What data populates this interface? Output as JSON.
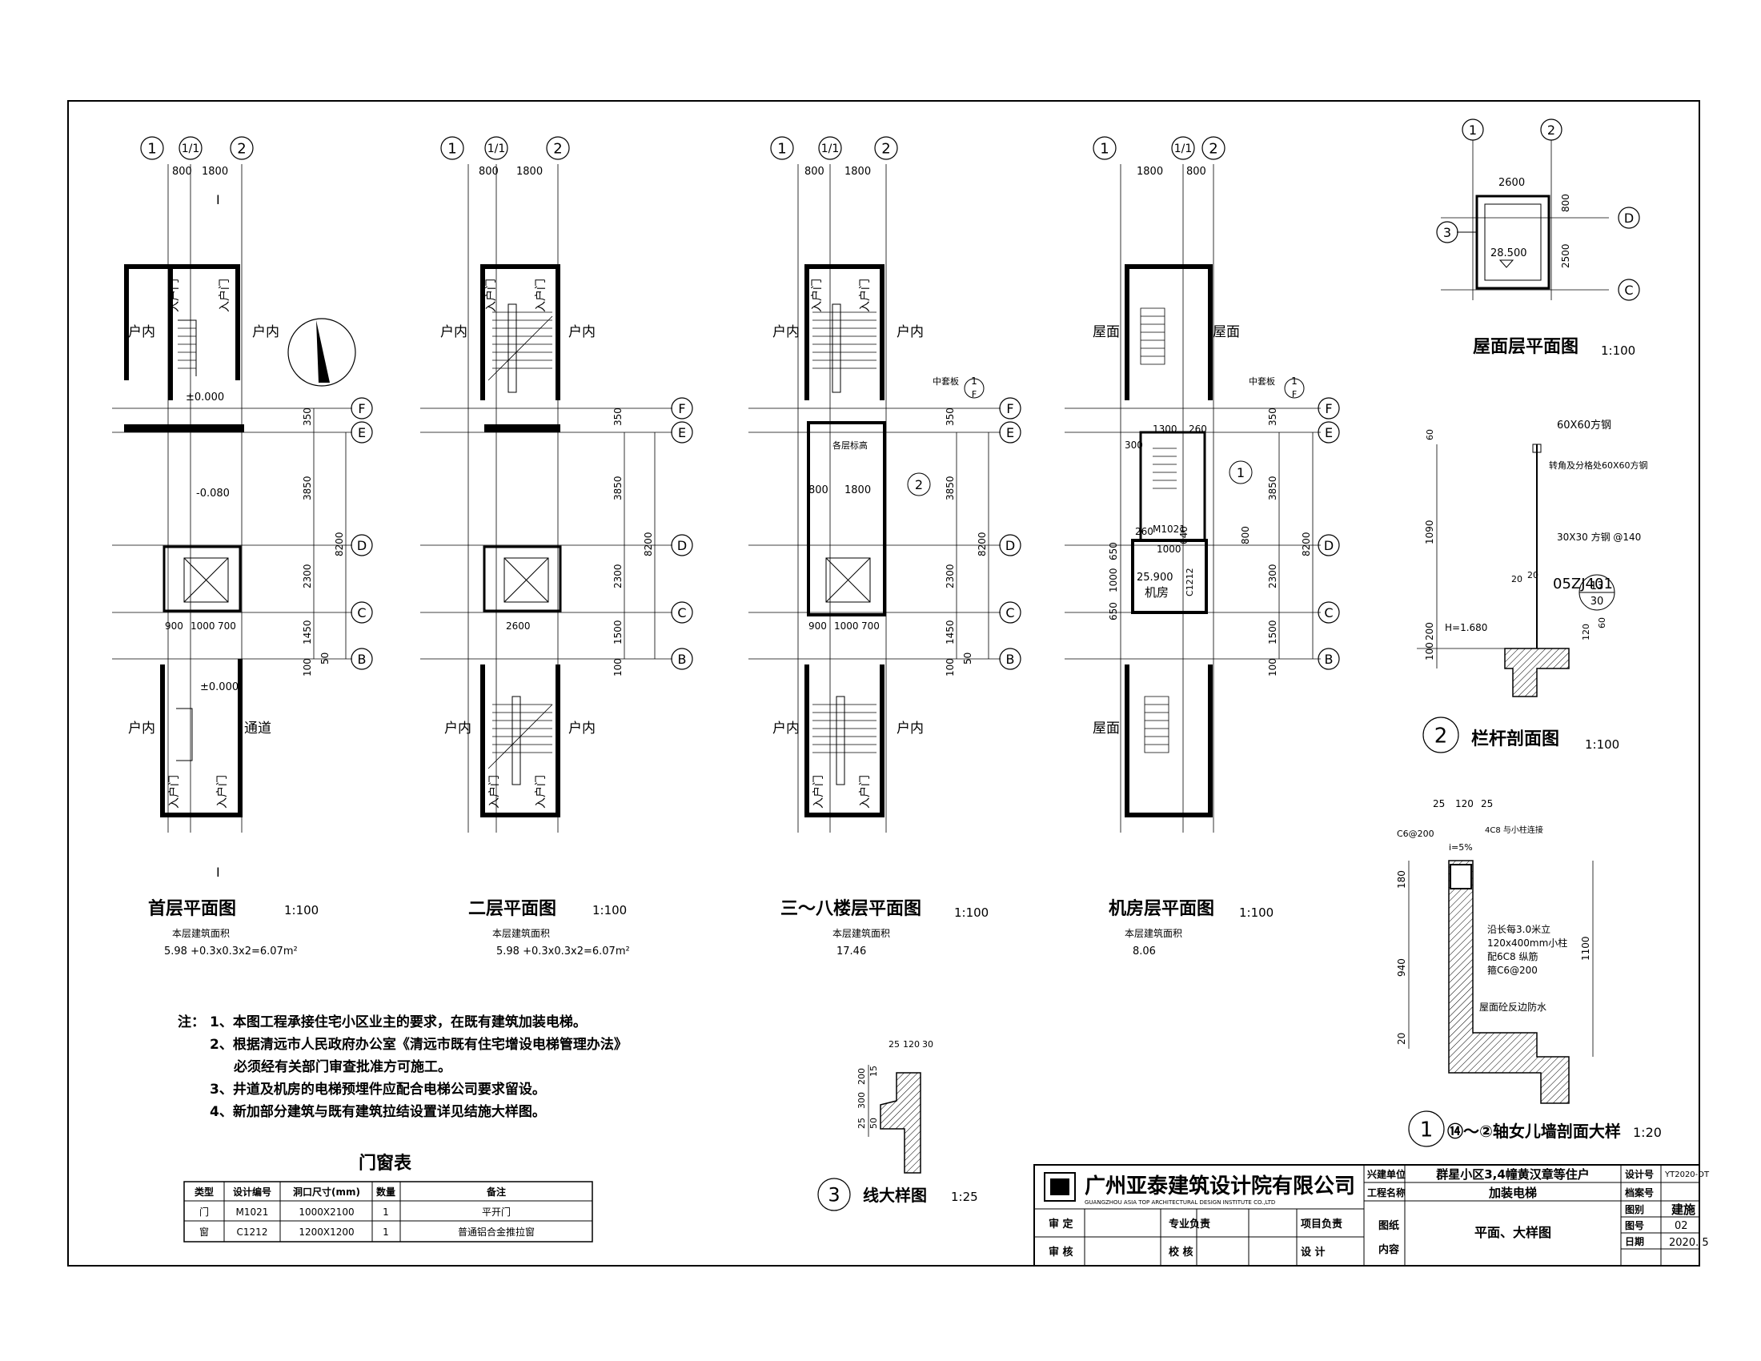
{
  "axis_labels": {
    "a1": "1",
    "a1_1": "1/1",
    "a2": "2",
    "F": "F",
    "E": "E",
    "D": "D",
    "C": "C",
    "B": "B",
    "a3": "3"
  },
  "floor_plan_1": {
    "title": "首层平面图",
    "scale": "1:100",
    "area_label": "本层建筑面积",
    "area_value": "5.98 +0.3x0.3x2=6.07m²",
    "dim_top_a": "800",
    "dim_top_b": "1800",
    "room_left": "户内",
    "room_right": "户内",
    "room_left_lower": "户内",
    "corridor": "通道",
    "door_label": "入户门",
    "elev_0": "±0.000",
    "elev_pit": "-0.080",
    "section_mark": "I",
    "dims_right": [
      "350",
      "3850",
      "2300",
      "1450",
      "100",
      "50"
    ],
    "dim_total": "8200",
    "dims_bottom": [
      "900",
      "1000",
      "700"
    ]
  },
  "floor_plan_2": {
    "title": "二层平面图",
    "scale": "1:100",
    "area_label": "本层建筑面积",
    "area_value": "5.98 +0.3x0.3x2=6.07m²",
    "dim_top_a": "800",
    "dim_top_b": "1800",
    "room_left": "户内",
    "room_right": "户内",
    "room_left_lower": "户内",
    "room_right_lower": "户内",
    "door_label": "入户门",
    "dims_right": [
      "350",
      "3850",
      "2300",
      "1500",
      "100"
    ],
    "dim_total": "8200",
    "dim_bottom": "2600"
  },
  "floor_plan_3": {
    "title": "三～八楼层平面图",
    "scale": "1:100",
    "area_label": "本层建筑面积",
    "area_value": "17.46",
    "dim_top_a": "800",
    "dim_top_b": "1800",
    "room_left": "户内",
    "room_right": "户内",
    "room_left_lower": "户内",
    "room_right_lower": "户内",
    "door_label": "入户门",
    "note_a": "中套板",
    "note_b": "各层标高",
    "dim_inner_a": "800",
    "dim_inner_b": "1800",
    "dims_right": [
      "350",
      "3850",
      "2300",
      "1450",
      "100",
      "50"
    ],
    "dim_total": "8200",
    "dims_bottom": [
      "900",
      "1000",
      "700"
    ],
    "callout_1": "1",
    "callout_2": "2",
    "callout_sheet": "F"
  },
  "floor_plan_4": {
    "title": "机房层平面图",
    "scale": "1:100",
    "area_label": "本层建筑面积",
    "area_value": "8.06",
    "dim_top_a": "1800",
    "dim_top_b": "800",
    "roof_l": "屋面",
    "roof_r": "屋面",
    "roof_l2": "屋面",
    "note_a": "中套板",
    "room_name": "机房",
    "door_code": "M1021",
    "door_w": "1000",
    "window_code": "C1212",
    "elev": "25.900",
    "dims_left": [
      "650",
      "1000",
      "650"
    ],
    "dim_inner_a": "1300",
    "dim_inner_b": "260",
    "dim_inner_c": "300",
    "dim_inner_d": "260",
    "dim_inner_e": "640",
    "dims_right": [
      "350",
      "3850",
      "800",
      "2300",
      "1500",
      "100"
    ],
    "dim_total": "8200",
    "callout_1": "1",
    "callout_sheet": "F"
  },
  "roof_plan": {
    "title": "屋面层平面图",
    "scale": "1:100",
    "dim_w": "2600",
    "dim_h1": "800",
    "dim_h2": "2500",
    "elev": "28.500"
  },
  "railing_section": {
    "num": "2",
    "title": "栏杆剖面图",
    "scale": "1:100",
    "label_a": "60X60方钢",
    "label_b": "转角及分格处60X60方钢",
    "label_c": "30X30 方钢 @140",
    "ref_code": "05ZJ401",
    "ref_num": "13",
    "ref_page": "30",
    "elev": "H=1.680",
    "dims": [
      "60",
      "1090",
      "200",
      "100",
      "20",
      "20",
      "120",
      "60"
    ]
  },
  "parapet_section": {
    "num": "1",
    "title": "⑭～②轴女儿墙剖面大样",
    "scale": "1:20",
    "dims_top": [
      "25",
      "120",
      "25"
    ],
    "label_a": "C6@200",
    "label_b": "4C8 与小柱连接",
    "label_c": "i=5%",
    "label_d": "沿长每3.0米立",
    "label_e": "120x400mm小柱",
    "label_f": "配6C8 纵筋",
    "label_g": "箍C6@200",
    "label_h": "屋面砼反边防水",
    "dims_left": [
      "180",
      "940",
      "20"
    ],
    "dim_right": "1100"
  },
  "line_detail": {
    "num": "3",
    "title": "线大样图",
    "scale": "1:25",
    "dims_top": [
      "25",
      "120",
      "30"
    ],
    "dims_left": [
      "200",
      "15",
      "300",
      "25",
      "50"
    ]
  },
  "notes": {
    "prefix": "注：",
    "items": [
      "1、本图工程承接住宅小区业主的要求，在既有建筑加装电梯。",
      "2、根据清远市人民政府办公室《清远市既有住宅增设电梯管理办法》",
      "必须经有关部门审查批准方可施工。",
      "3、井道及机房的电梯预埋件应配合电梯公司要求留设。",
      "4、新加部分建筑与既有建筑拉结设置详见结施大样图。"
    ]
  },
  "door_table": {
    "title": "门窗表",
    "headers": [
      "类型",
      "设计编号",
      "洞口尺寸(mm)",
      "数量",
      "备注"
    ],
    "rows": [
      [
        "门",
        "M1021",
        "1000X2100",
        "1",
        "平开门"
      ],
      [
        "窗",
        "C1212",
        "1200X1200",
        "1",
        "普通铝合金推拉窗"
      ]
    ]
  },
  "title_block": {
    "company": "广州亚泰建筑设计院有限公司",
    "company_en": "GUANGZHOU ASIA TOP ARCHITECTURAL DESIGN INSTITUTE CO.,LTD",
    "client_label": "兴建单位",
    "client": "群星小区3,4幢黄汉章等住户",
    "project_label": "工程名称",
    "project": "加装电梯",
    "design_no_label": "设计号",
    "design_no": "YT2020-DT",
    "archive_label": "档案号",
    "archive": "",
    "drawing_label": "图纸",
    "drawing_label2": "内容",
    "drawing": "平面、大样图",
    "cat_label": "图别",
    "cat": "建施",
    "num_label": "图号",
    "num": "02",
    "date_label": "日期",
    "date": "2020. 5",
    "r1": "审  定",
    "r2": "专业负责",
    "r3": "项目负责",
    "r4": "审  核",
    "r5": "校  核",
    "r6": "设  计"
  }
}
